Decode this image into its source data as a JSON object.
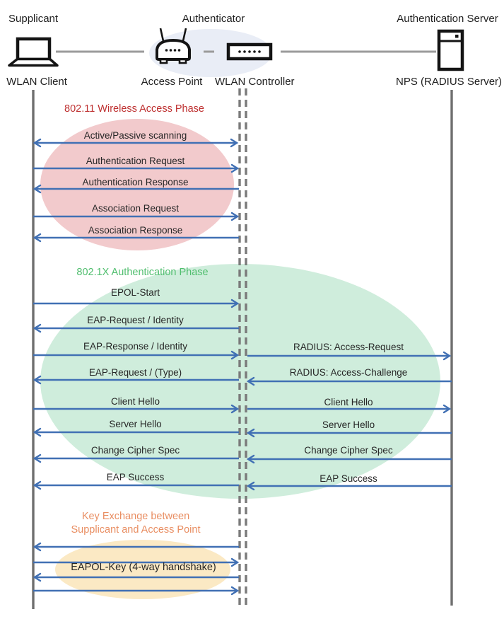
{
  "header": {
    "roles": [
      "Supplicant",
      "Authenticator",
      "Authentication Server"
    ],
    "devices": [
      "WLAN Client",
      "Access Point",
      "WLAN Controller",
      "NPS (RADIUS Server)"
    ]
  },
  "phases": {
    "wireless": {
      "title": "802.11 Wireless Access Phase",
      "messages": [
        "Active/Passive scanning",
        "Authentication Request",
        "Authentication Response",
        "Association Request",
        "Association Response"
      ]
    },
    "auth": {
      "title": "802.1X Authentication Phase",
      "left": [
        "EPOL-Start",
        "EAP-Request / Identity",
        "EAP-Response / Identity",
        "EAP-Request / (Type)",
        "Client Hello",
        "Server Hello",
        "Change Cipher Spec",
        "EAP Success"
      ],
      "right": [
        "RADIUS: Access-Request",
        "RADIUS: Access-Challenge",
        "Client Hello",
        "Server Hello",
        "Change Cipher Spec",
        "EAP Success"
      ]
    },
    "key": {
      "title1": "Key Exchange between",
      "title2": "Supplicant and Access Point",
      "message": "EAPOL-Key (4-way handshake)"
    }
  },
  "colors": {
    "arrow_blue": "#4170B4",
    "lifeline_gray": "#6F6F6F",
    "phase_red_title": "#BE3030",
    "phase_red_fill": "#F2CACC",
    "phase_green_title": "#50BE6E",
    "phase_green_fill": "#CFEDDC",
    "phase_orange_title": "#E98E62",
    "phase_orange_fill": "#FBE9C4",
    "header_ellipse_fill": "#E9EDF6"
  }
}
